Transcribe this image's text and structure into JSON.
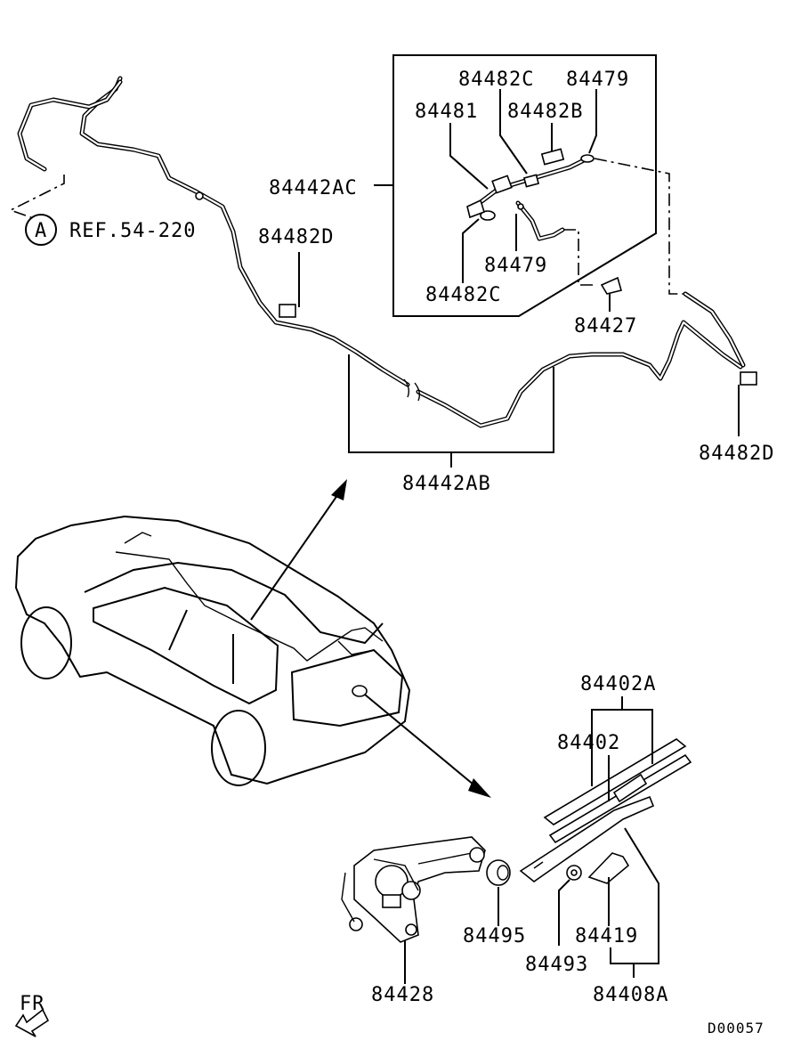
{
  "labels": {
    "p84482C_top": "84482C",
    "p84479_top": "84479",
    "p84481": "84481",
    "p84482B": "84482B",
    "p84442AC": "84442AC",
    "ref": "REF.54-220",
    "ref_circle": "A",
    "p84482D_left": "84482D",
    "p84479_mid": "84479",
    "p84482C_bot": "84482C",
    "p84427": "84427",
    "p84482D_right": "84482D",
    "p84442AB": "84442AB",
    "p84402A": "84402A",
    "p84402": "84402",
    "p84495": "84495",
    "p84419": "84419",
    "p84493": "84493",
    "p84408A": "84408A",
    "p84428": "84428",
    "fr": "FR",
    "code": "D00057"
  }
}
